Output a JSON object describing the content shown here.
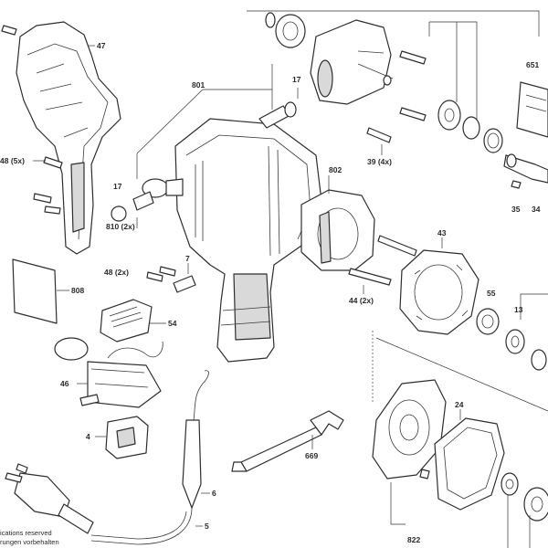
{
  "labels": {
    "p47": "47",
    "p801": "801",
    "p17a": "17",
    "p17b": "17",
    "p48a": "48 (5x)",
    "p48b": "48 (2x)",
    "p7": "7",
    "p810": "810 (2x)",
    "p39": "39 (4x)",
    "p802": "802",
    "p651": "651",
    "p35": "35",
    "p34": "34",
    "p43": "43",
    "p44": "44 (2x)",
    "p55": "55",
    "p13": "13",
    "p808": "808",
    "p54": "54",
    "p46": "46",
    "p4": "4",
    "p6": "6",
    "p5": "5",
    "p669": "669",
    "p24": "24",
    "p822": "822"
  },
  "footer": {
    "line1": "ications reserved",
    "line2": "rungen vorbehalten"
  }
}
